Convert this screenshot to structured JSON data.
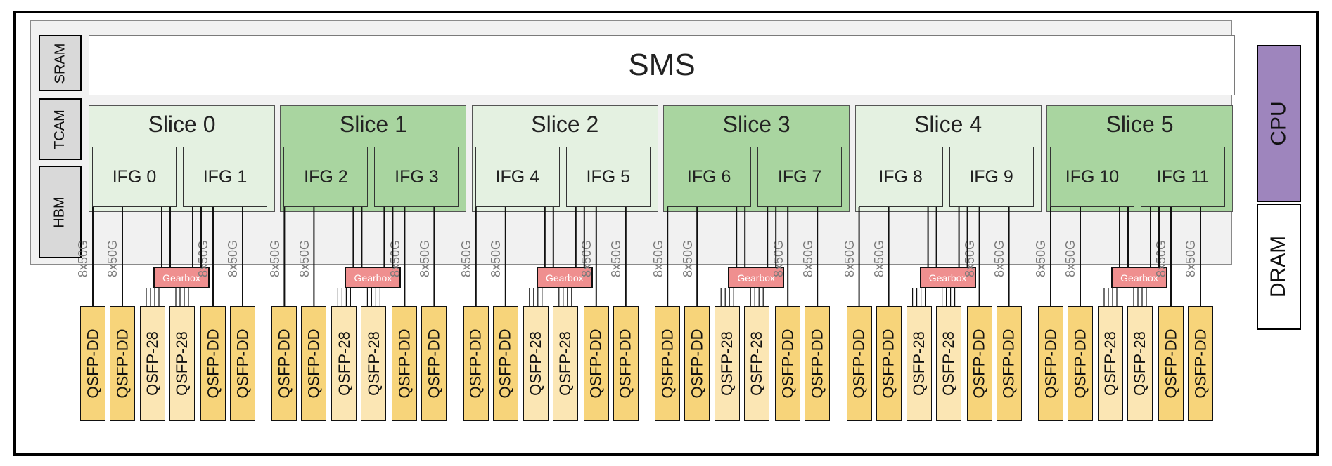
{
  "sms_label": "SMS",
  "left_memory": [
    {
      "id": "sram",
      "label": "SRAM"
    },
    {
      "id": "tcam",
      "label": "TCAM"
    },
    {
      "id": "hbm",
      "label": "HBM"
    }
  ],
  "cpu_label": "CPU",
  "dram_label": "DRAM",
  "gearbox_label": "Gearbox",
  "lane_speed_label": "8x50G",
  "colors": {
    "slice_light": "#e4f1e1",
    "slice_dark": "#a9d5a0",
    "gearbox": "#ef8f8f",
    "qsfp_dd": "#f7d47a",
    "qsfp_28": "#fbe6b4",
    "cpu": "#9e85bd"
  },
  "slices": [
    {
      "name": "Slice 0",
      "shade": "light",
      "ifgs": [
        "IFG 0",
        "IFG 1"
      ],
      "ports": [
        "QSFP-DD",
        "QSFP-DD",
        "QSFP-28",
        "QSFP-28",
        "QSFP-DD",
        "QSFP-DD"
      ]
    },
    {
      "name": "Slice 1",
      "shade": "dark",
      "ifgs": [
        "IFG 2",
        "IFG 3"
      ],
      "ports": [
        "QSFP-DD",
        "QSFP-DD",
        "QSFP-28",
        "QSFP-28",
        "QSFP-DD",
        "QSFP-DD"
      ]
    },
    {
      "name": "Slice 2",
      "shade": "light",
      "ifgs": [
        "IFG 4",
        "IFG 5"
      ],
      "ports": [
        "QSFP-DD",
        "QSFP-DD",
        "QSFP-28",
        "QSFP-28",
        "QSFP-DD",
        "QSFP-DD"
      ]
    },
    {
      "name": "Slice 3",
      "shade": "dark",
      "ifgs": [
        "IFG 6",
        "IFG 7"
      ],
      "ports": [
        "QSFP-DD",
        "QSFP-DD",
        "QSFP-28",
        "QSFP-28",
        "QSFP-DD",
        "QSFP-DD"
      ]
    },
    {
      "name": "Slice 4",
      "shade": "light",
      "ifgs": [
        "IFG 8",
        "IFG 9"
      ],
      "ports": [
        "QSFP-DD",
        "QSFP-DD",
        "QSFP-28",
        "QSFP-28",
        "QSFP-DD",
        "QSFP-DD"
      ]
    },
    {
      "name": "Slice 5",
      "shade": "dark",
      "ifgs": [
        "IFG 10",
        "IFG 11"
      ],
      "ports": [
        "QSFP-DD",
        "QSFP-DD",
        "QSFP-28",
        "QSFP-28",
        "QSFP-DD",
        "QSFP-DD"
      ]
    }
  ]
}
